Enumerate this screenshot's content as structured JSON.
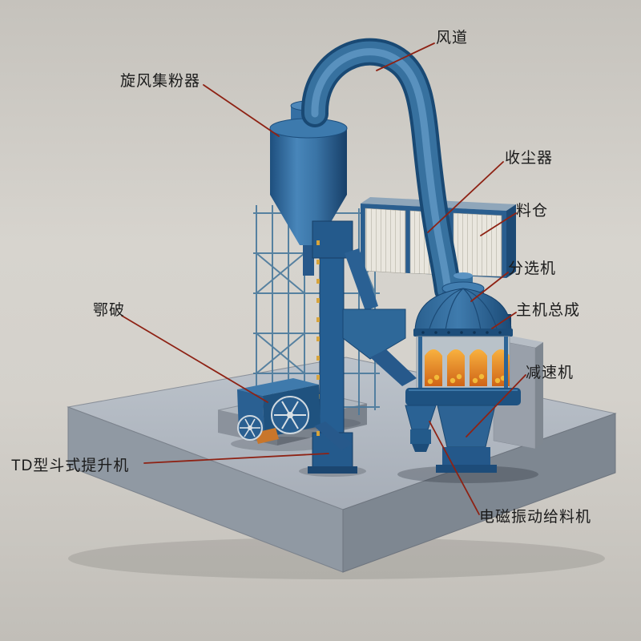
{
  "scene": {
    "labels": {
      "air_duct": "风道",
      "cyclone_collector": "旋风集粉器",
      "dust_collector": "收尘器",
      "hopper": "料仓",
      "classifier": "分选机",
      "main_unit_assembly": "主机总成",
      "reducer": "减速机",
      "vibrating_feeder": "电磁振动给料机",
      "bucket_elevator": "TD型斗式提升机",
      "jaw_crusher": "鄂破"
    },
    "colors": {
      "machine_blue": "#2d659c",
      "machine_blue_dark": "#1c4c79",
      "machine_blue_light": "#4d86b8",
      "leader_line_red": "#8e2214",
      "label_text": "#1b1b1b",
      "background_gray": "#d4d1cb",
      "platform_gray": "#9aa1ab",
      "filter_white": "#e9e6de",
      "glow_orange": "#e8862a",
      "ball_yellow": "#f2bb3a"
    }
  }
}
